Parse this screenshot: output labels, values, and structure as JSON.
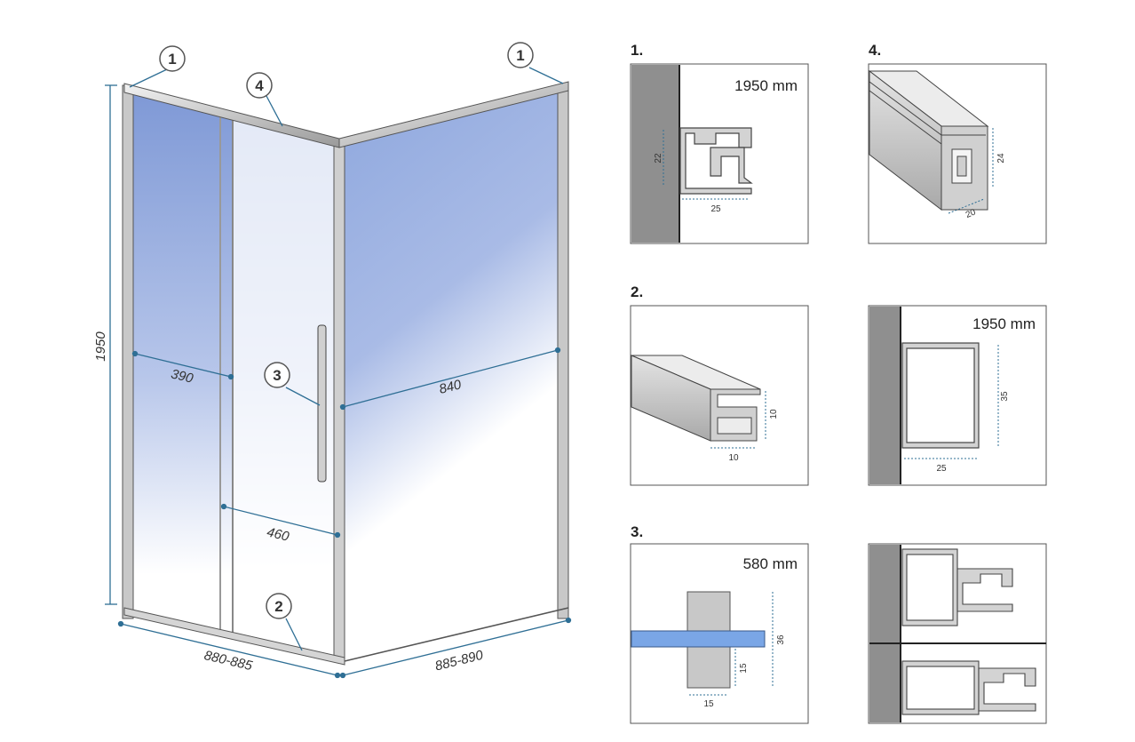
{
  "colors": {
    "dimension": "#2f6f95",
    "glass": "#8ea9da",
    "frame": "#b8b8b8",
    "wall": "#8f8f8f",
    "profile": "#c9c9c9",
    "handle": "#7aa6e6"
  },
  "shower": {
    "height_label": "1950",
    "left_fixed_width": "390",
    "door_opening": "460",
    "side_panel_width": "840",
    "front_width": "880-885",
    "side_width": "885-890",
    "callouts": {
      "top_left": "1",
      "top_right": "1",
      "top_rail": "4",
      "handle": "3",
      "bottom_track": "2"
    }
  },
  "details": {
    "p1": {
      "title": "1.",
      "length": "1950 mm",
      "dim_h": "22",
      "dim_w": "25"
    },
    "p4": {
      "title": "4.",
      "dim_h": "24",
      "dim_w": "20"
    },
    "p2": {
      "title": "2.",
      "dim_h": "10",
      "dim_w": "10"
    },
    "p_wall": {
      "length": "1950 mm",
      "dim_h": "35",
      "dim_w": "25"
    },
    "p3": {
      "title": "3.",
      "length": "580 mm",
      "dim_total": "36",
      "dim_part": "15",
      "dim_w": "15"
    },
    "p_combo": {}
  }
}
